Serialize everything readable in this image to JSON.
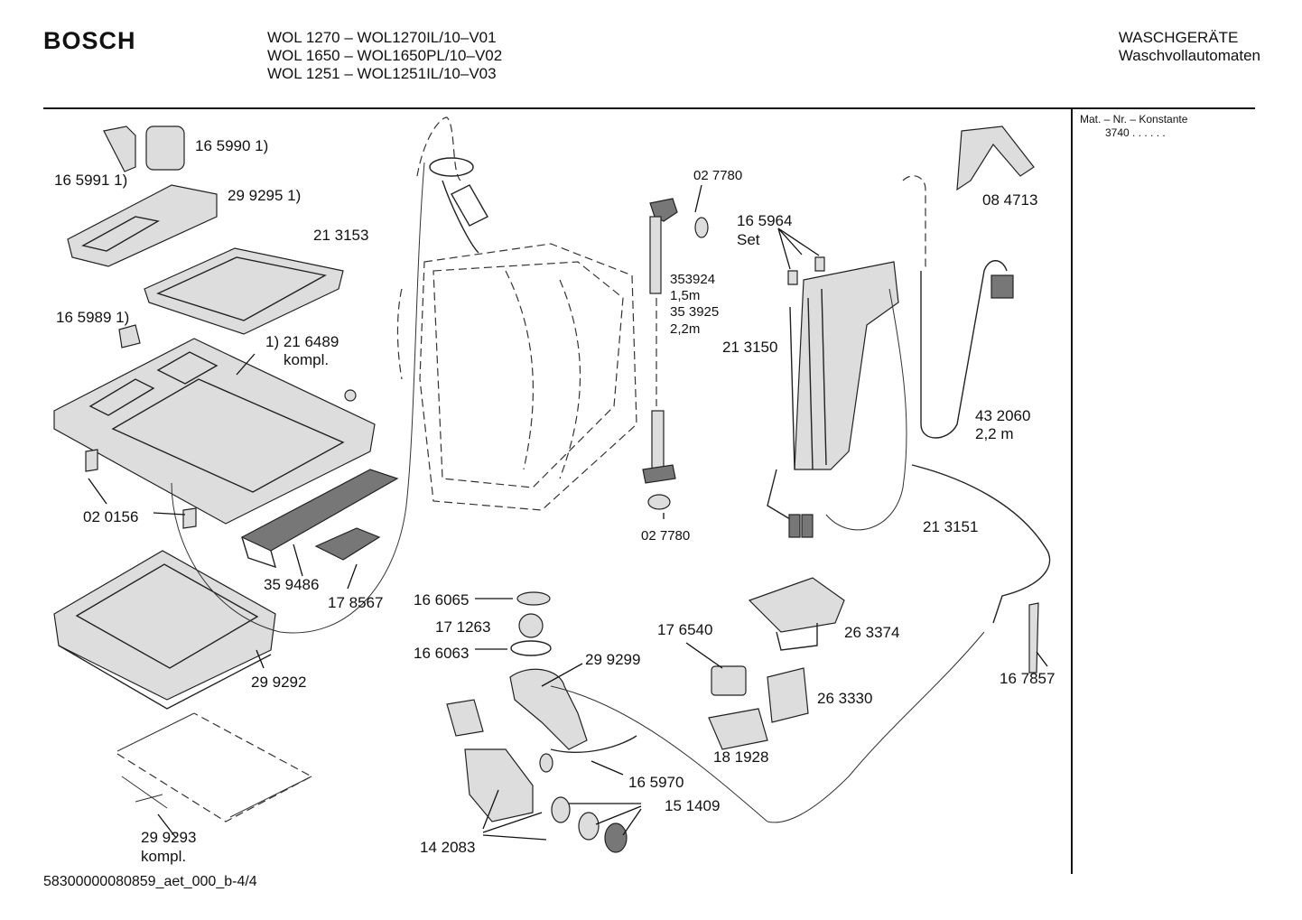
{
  "header": {
    "brand": "BOSCH",
    "models": [
      "WOL 1270 – WOL1270IL/10–V01",
      "WOL 1650 – WOL1650PL/10–V02",
      "WOL 1251 – WOL1251IL/10–V03"
    ],
    "category": "WASCHGERÄTE",
    "subcategory": "Waschvollautomaten"
  },
  "side_panel": {
    "title": "Mat. – Nr. – Konstante",
    "value": "3740  .  .  .  .  .  ."
  },
  "footer": {
    "doc_id": "58300000080859_aet_000_b-4/4"
  },
  "parts": {
    "p165990": "16 5990 1)",
    "p165991": "16 5991 1)",
    "p299295": "29 9295 1)",
    "p213153": "21 3153",
    "p165989": "16 5989 1)",
    "p216489a": "1) 21 6489",
    "p216489b": "kompl.",
    "p020156": "02 0156",
    "p359486": "35 9486",
    "p178567": "17 8567",
    "p299292": "29 9292",
    "p299293a": "29 9293",
    "p299293b": "kompl.",
    "p027780top": "02 7780",
    "p353924": "353924",
    "p15m": "1,5m",
    "p353925": "35 3925",
    "p22m": "2,2m",
    "p027780bot": "02 7780",
    "p165964": "16 5964",
    "pset": "Set",
    "p213150": "21 3150",
    "p084713": "08 4713",
    "p432060": "43 2060",
    "p22m2": "2,2 m",
    "p213151": "21 3151",
    "p166065": "16 6065",
    "p171263": "17 1263",
    "p166063": "16 6063",
    "p299299": "29 9299",
    "p176540": "17 6540",
    "p263374": "26 3374",
    "p263330": "26 3330",
    "p181928": "18 1928",
    "p167857": "16 7857",
    "p165970": "16 5970",
    "p151409": "15 1409",
    "p142083": "14 2083"
  }
}
